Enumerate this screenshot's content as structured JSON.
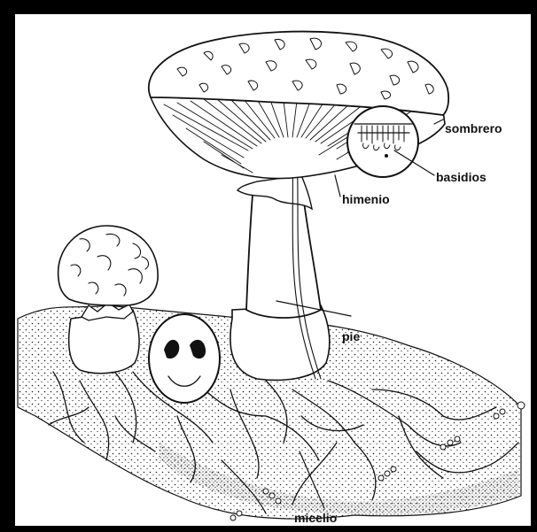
{
  "labels": {
    "sombrero": "sombrero",
    "basidios": "basidios",
    "himenio": "himenio",
    "pie": "pie",
    "micelio": "micelio"
  },
  "colors": {
    "ink": "#111111",
    "paper": "#ffffff",
    "frame": "#000000"
  }
}
